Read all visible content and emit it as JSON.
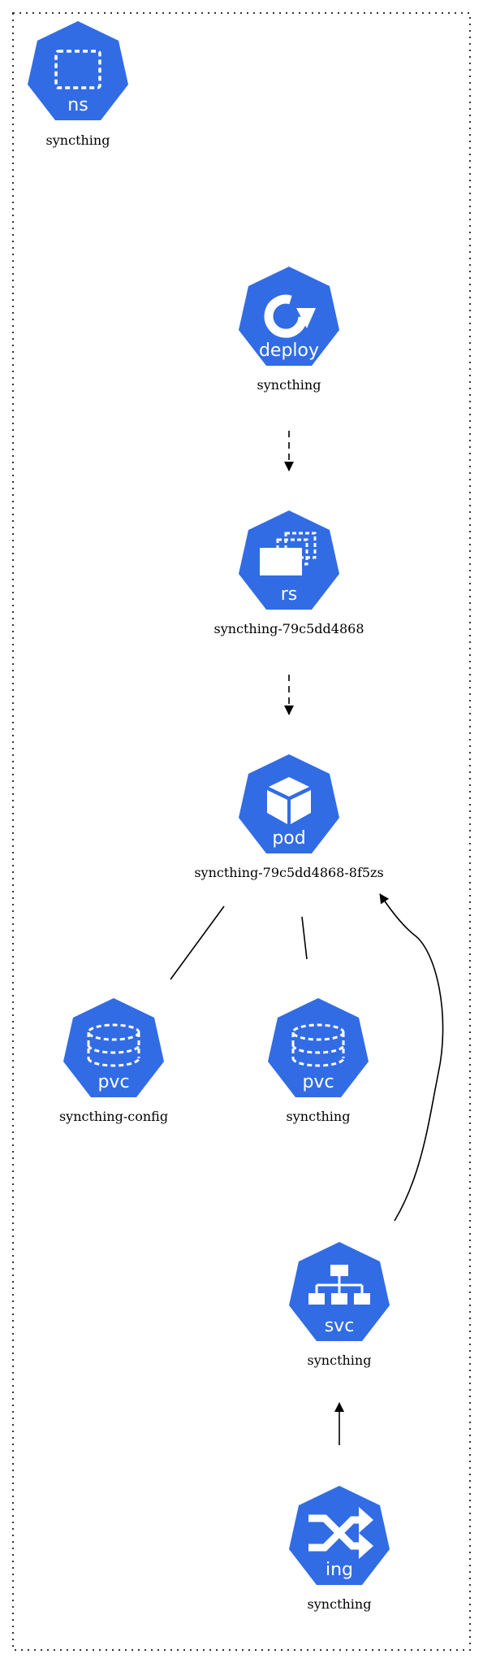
{
  "namespace": {
    "kind": "ns",
    "name": "syncthing"
  },
  "nodes": {
    "deploy": {
      "kind": "deploy",
      "name": "syncthing"
    },
    "rs": {
      "kind": "rs",
      "name": "syncthing-79c5dd4868"
    },
    "pod": {
      "kind": "pod",
      "name": "syncthing-79c5dd4868-8f5zs"
    },
    "pvc_config": {
      "kind": "pvc",
      "name": "syncthing-config"
    },
    "pvc_data": {
      "kind": "pvc",
      "name": "syncthing"
    },
    "svc": {
      "kind": "svc",
      "name": "syncthing"
    },
    "ing": {
      "kind": "ing",
      "name": "syncthing"
    }
  },
  "edges": [
    {
      "from": "deploy",
      "to": "rs",
      "style": "dashed",
      "arrow": true
    },
    {
      "from": "rs",
      "to": "pod",
      "style": "dashed",
      "arrow": true
    },
    {
      "from": "pod",
      "to": "pvc_config",
      "style": "solid",
      "arrow": false
    },
    {
      "from": "pod",
      "to": "pvc_data",
      "style": "solid",
      "arrow": false
    },
    {
      "from": "svc",
      "to": "pod",
      "style": "solid",
      "arrow": true
    },
    {
      "from": "ing",
      "to": "svc",
      "style": "solid",
      "arrow": true
    }
  ],
  "colors": {
    "node_fill": "#326ce5",
    "icon": "#ffffff",
    "border": "#333333"
  },
  "icons": {
    "ns": "namespace-icon",
    "deploy": "deployment-icon",
    "rs": "replicaset-icon",
    "pod": "pod-icon",
    "pvc": "persistent-volume-claim-icon",
    "svc": "service-icon",
    "ing": "ingress-icon"
  }
}
